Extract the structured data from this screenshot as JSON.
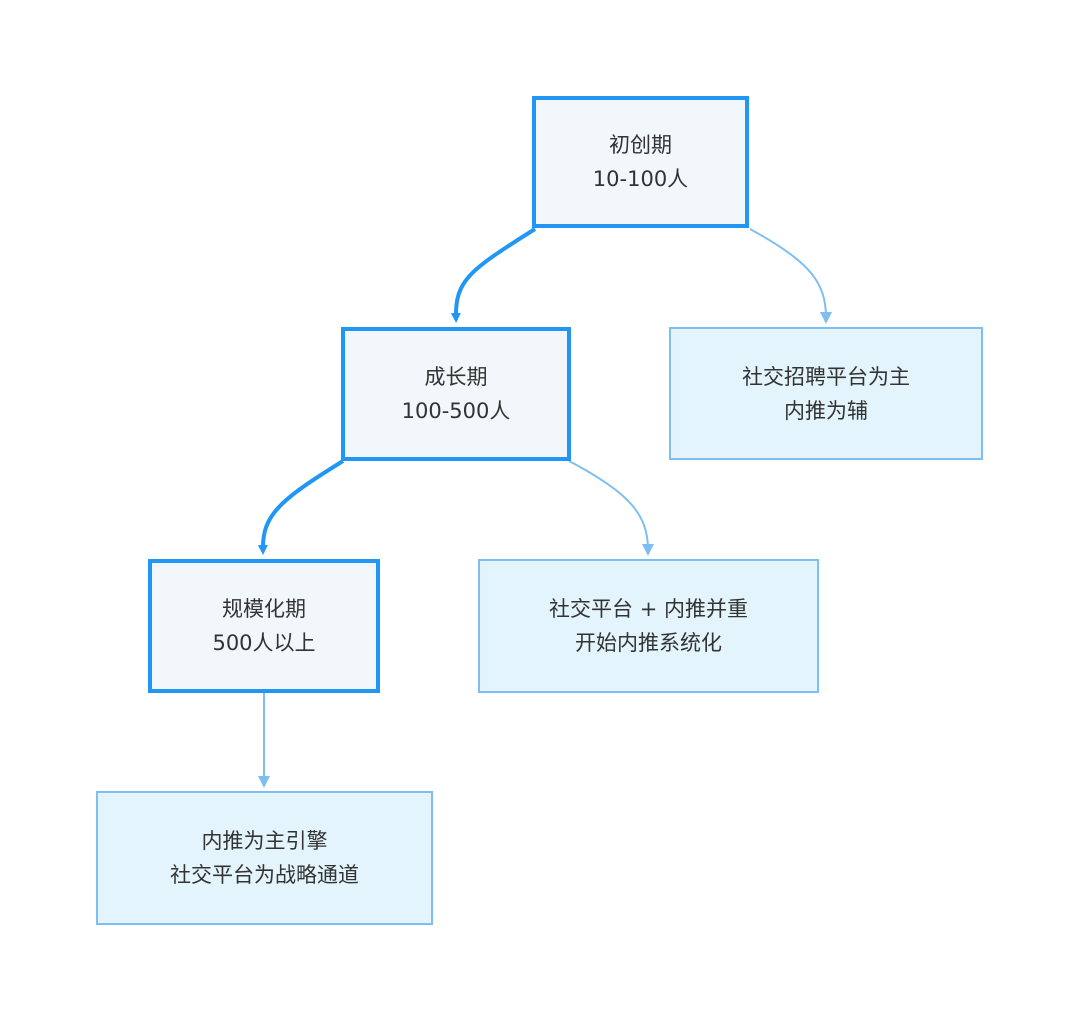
{
  "diagram": {
    "nodes": {
      "startup": {
        "line1": "初创期",
        "line2": "10-100人"
      },
      "growth": {
        "line1": "成长期",
        "line2": "100-500人"
      },
      "scale": {
        "line1": "规模化期",
        "line2": "500人以上"
      },
      "startup_channel": {
        "line1": "社交招聘平台为主",
        "line2": "内推为辅"
      },
      "growth_channel": {
        "line1": "社交平台 + 内推并重",
        "line2": "开始内推系统化"
      },
      "scale_channel": {
        "line1": "内推为主引擎",
        "line2": "社交平台为战略通道"
      }
    },
    "colors": {
      "stage_border": "#2196f3",
      "stage_fill": "#f1f7fa",
      "channel_border": "#7ebff1",
      "channel_fill": "#e3f4fc",
      "text": "#333333"
    }
  }
}
